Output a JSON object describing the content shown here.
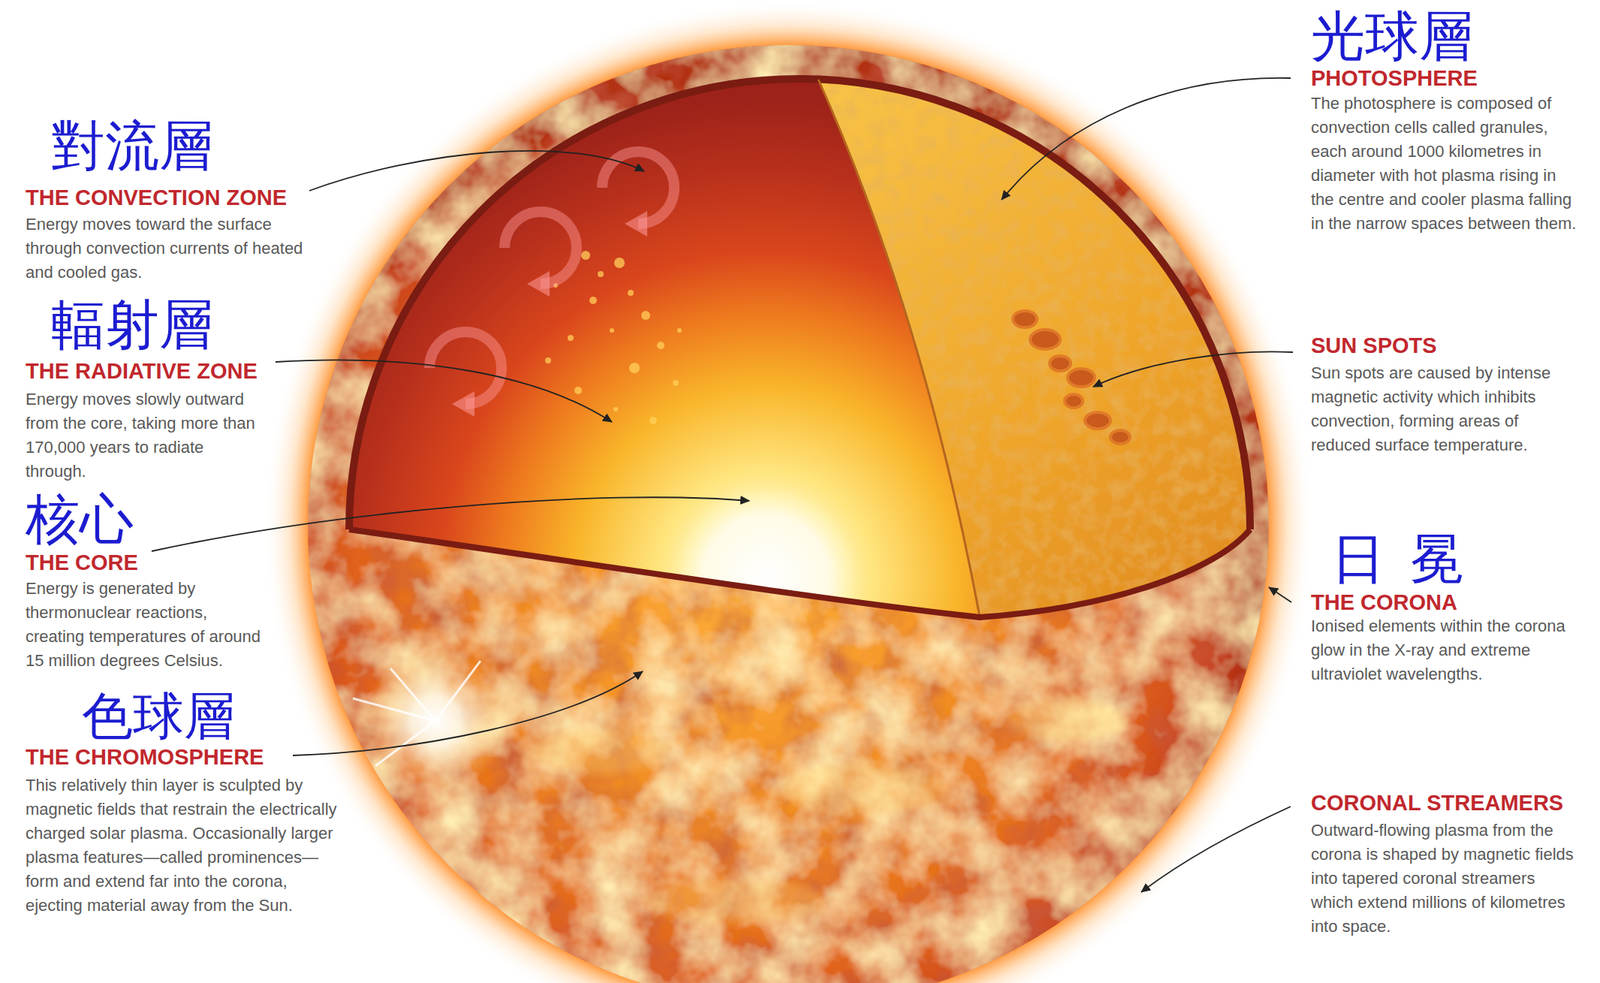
{
  "diagram": {
    "labels": [
      "對流層",
      "THE CONVECTION ZONE",
      "Energy moves toward the surface through convection currents of heated and cooled gas.",
      "輻射層",
      "THE RADIATIVE ZONE",
      "Energy moves slowly outward from the core, taking more than 170,000 years to radiate through.",
      "核心",
      "THE CORE",
      "Energy is generated by thermonuclear reactions, creating temperatures of around 15 million degrees Celsius.",
      "色球層",
      "THE CHROMOSPHERE",
      "This relatively thin layer is sculpted by magnetic fields that restrain the electrically charged solar plasma. Occasionally larger plasma features—called prominences—form and extend far into the corona, ejecting material away from the Sun.",
      "光球層",
      "PHOTOSPHERE",
      "The photosphere is composed of convection cells called granules, each around 1000 kilometres in diameter with hot plasma rising in the centre and cooler plasma falling in the narrow spaces between them.",
      "SUN SPOTS",
      "Sun spots are caused by intense magnetic activity which inhibits convection, forming areas of reduced surface temperature.",
      "日冕",
      "THE CORONA",
      "Ionised elements within the corona glow in the X-ray and extreme ultraviolet wavelengths.",
      "CORONAL STREAMERS",
      "Outward-flowing plasma from the corona is shaped by magnetic fields into tapered coronal streamers which extend millions of kilometres into space."
    ]
  }
}
